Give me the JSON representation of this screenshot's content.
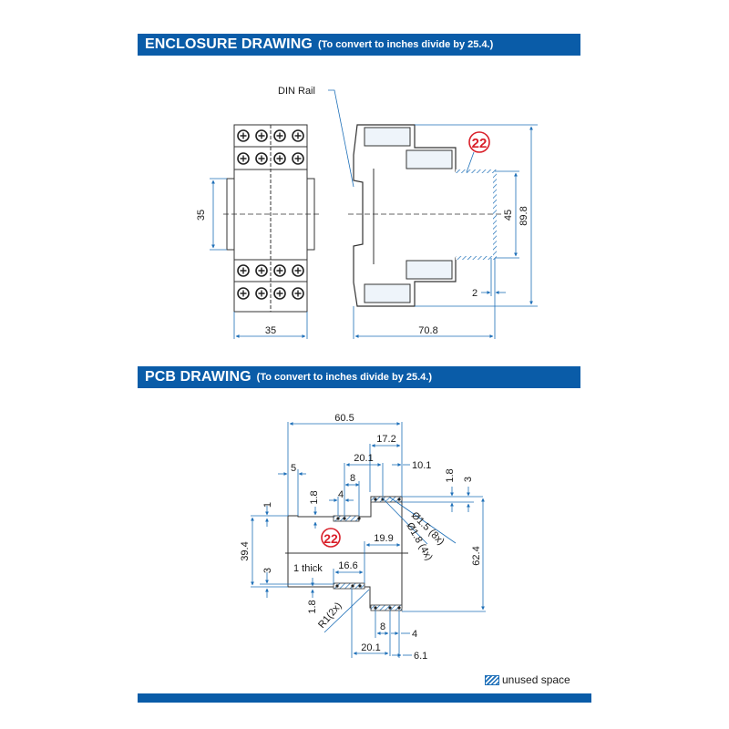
{
  "enclosure_section": {
    "title": "ENCLOSURE DRAWING",
    "subtitle": "(To convert to inches divide by 25.4.)",
    "labels": {
      "din_rail": "DIN Rail",
      "marker": "22"
    },
    "dimensions": {
      "front_height": "35",
      "front_width": "35",
      "side_depth": "70.8",
      "side_height": "89.8",
      "inner_height": "45",
      "wall_thickness": "2"
    }
  },
  "pcb_section": {
    "title": "PCB DRAWING",
    "subtitle": "(To convert to inches divide by 25.4.)",
    "labels": {
      "marker": "22",
      "thickness": "1 thick",
      "hole_a": "Ø1.5 (8x)",
      "hole_b": "Ø1.8 (4x)",
      "radius": "R1(2x)"
    },
    "dimensions": {
      "overall_width": "60.5",
      "top_step": "17.2",
      "top_pad_span": "20.1",
      "top_right_offset": "10.1",
      "left_notch": "5",
      "pad_pitch_8": "8",
      "pad_pitch_4": "4",
      "left_1_8": "1.8",
      "left_1": "1",
      "right_1_8": "1.8",
      "right_3": "3",
      "mid_width": "19.9",
      "left_height": "39.4",
      "left_3": "3",
      "lower_pad": "16.6",
      "lower_1_8": "1.8",
      "overall_height": "62.4",
      "bottom_8": "8",
      "bottom_4": "4",
      "bottom_20_1": "20.1",
      "bottom_6_1": "6.1"
    }
  },
  "legend": {
    "label": "unused space"
  },
  "colors": {
    "band": "#0a5ca8",
    "dimension_line": "#1d6fb8",
    "marker": "#d9202a",
    "outline": "#333333"
  }
}
